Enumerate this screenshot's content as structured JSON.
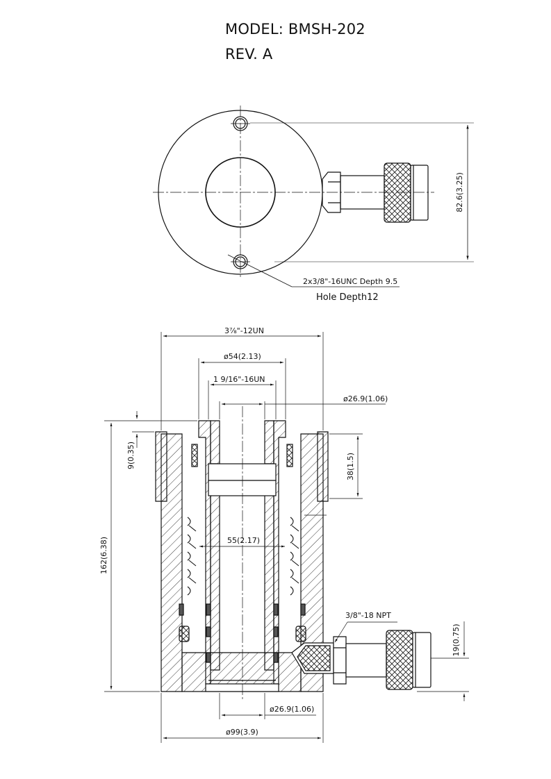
{
  "header": {
    "model": "MODEL: BMSH-202",
    "rev": "REV. A"
  },
  "top_view": {
    "height_dim": "82.6(3.25)",
    "thread_note": "2x3/8\"-16UNC Depth 9.5",
    "hole_note": "Hole Depth12"
  },
  "section_view": {
    "thread_outer": "3⅞\"-12UN",
    "dia_54": "ø54(2.13)",
    "thread_inner": "1 9/16\"-16UN",
    "dia_26_top": "ø26.9(1.06)",
    "dim_9": "9(0.35)",
    "dim_38": "38(1.5)",
    "dim_55": "55(2.17)",
    "dim_162": "162(6.38)",
    "port": "3/8\"-18 NPT",
    "dim_19": "19(0.75)",
    "dia_26_bottom": "ø26.9(1.06)",
    "dia_99": "ø99(3.9)"
  },
  "colors": {
    "line": "#111111",
    "background": "#ffffff"
  }
}
